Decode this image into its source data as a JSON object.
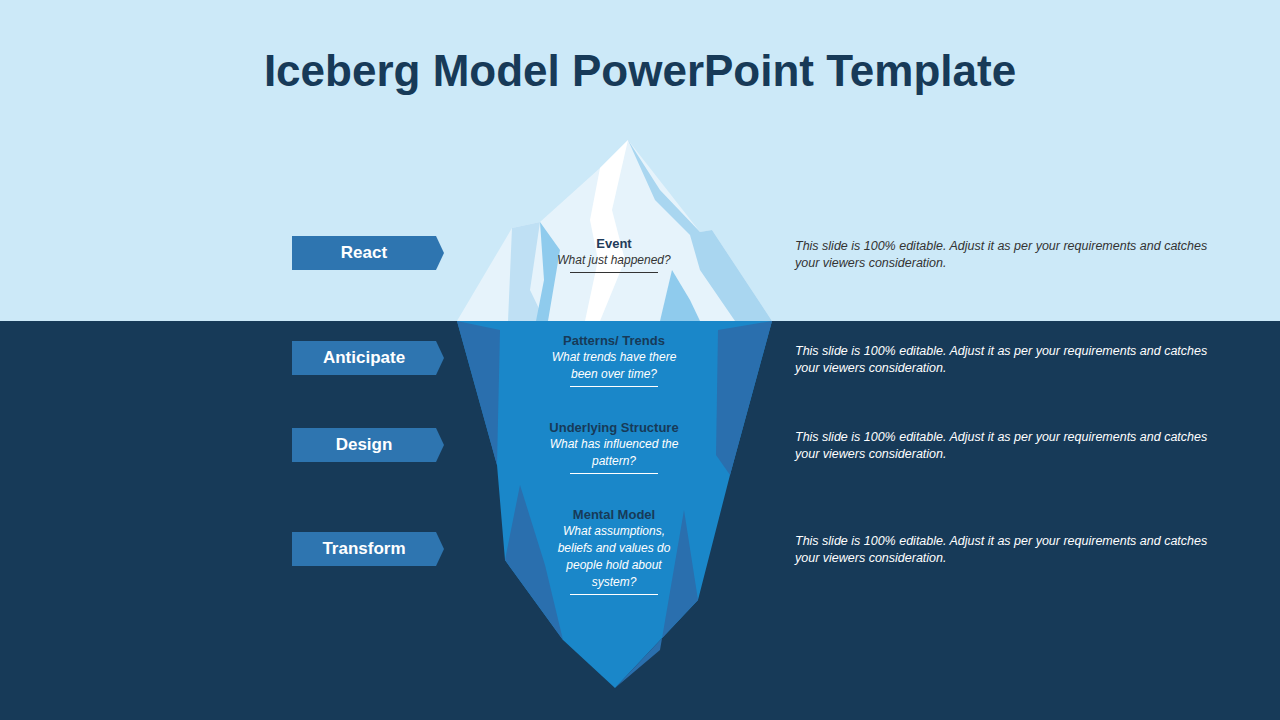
{
  "diagram": {
    "title": "Iceberg Model PowerPoint Template",
    "nodes": [
      {
        "text": [
          "React"
        ]
      },
      {
        "text": [
          "Event",
          "What just happened?"
        ]
      },
      {
        "text": [
          "Anticipate"
        ]
      },
      {
        "text": [
          "Patterns/ Trends",
          "What trends have there been over time?"
        ]
      },
      {
        "text": [
          "Design"
        ]
      },
      {
        "text": [
          "Underlying Structure",
          "What has influenced the pattern?"
        ]
      },
      {
        "text": [
          "Transform"
        ]
      },
      {
        "text": [
          "Mental Model",
          "What assumptions, beliefs and values do people hold about system?"
        ]
      }
    ],
    "labels": [
      "This slide is 100% editable. Adjust it as per your requirements and catches your viewers consideration.",
      "This slide is 100% editable. Adjust it as per your requirements and catches your viewers consideration.",
      "This slide is 100% editable. Adjust it as per your requirements and catches your viewers consideration.",
      "This slide is 100% editable. Adjust it as per your requirements and catches your viewers consideration."
    ]
  }
}
